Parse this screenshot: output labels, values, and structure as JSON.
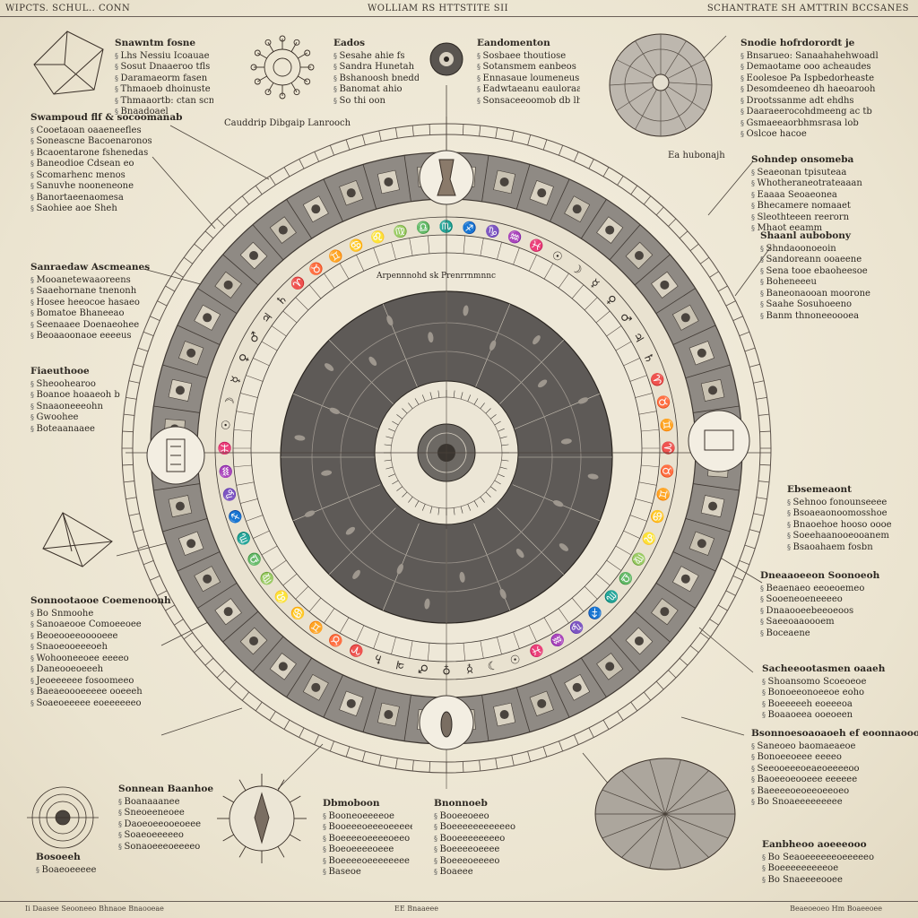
{
  "header": {
    "left": "WIPCTS. SCHUL.. CONN",
    "center": "WOLLIAM RS HTTSTITE SII",
    "right": "SCHANTRATE SH AMTTRIN BCCSANES"
  },
  "labels": {
    "ring_caption": "Cauddrip Dibgaip Lanrooch",
    "top_right_note": "Ea hubonajh",
    "inner_caption": "Arpennnohd sk Prenrrnmnnc"
  },
  "blocks": [
    {
      "title": "Snawntm fosne",
      "lines": [
        "Lhs Nessiu Icoauae",
        "Sosut Dnaaeroo tfls",
        "Daramaeorm fasen",
        "Thmaoeb dhoinuste",
        "Thmaaortb: ctan scnutre",
        "Bnaadoael"
      ]
    },
    {
      "title": "Eados",
      "lines": [
        "Sesahe ahie fs",
        "Sandra Hunetah",
        "Bshanoosh bneddes",
        "Banomat ahio",
        "So thi oon"
      ]
    },
    {
      "title": "Eandomenton",
      "lines": [
        "Sosbaee thoutiose",
        "Sotansmem eanbeos",
        "Ennasaue loumeneus",
        "Eadwtaeanu eauloraae",
        "Sonsaceeoomob db lhe"
      ]
    },
    {
      "title": "Snodie hofrdorordt je",
      "lines": [
        "Bnsarueo: Sanaahahehwoadl",
        "Demaotame ooo acheaudes",
        "Eoolesoe Pa Ispbedorheaste",
        "Desomdeeneo dh haeoarooh",
        "Drootssanme adt ehdhs",
        "Daaraeerocohdmeeng ac tb",
        "Gsmaeeaorbhmsrasa lob",
        "Oslcoe hacoe"
      ]
    },
    {
      "title": "Swampoud flf & socoomanab",
      "lines": [
        "Cooetaoan oaaeneefles",
        "Soneascne Bacoenaronos",
        "Bcaoentarone fshenedas",
        "Baneodioe Cdsean eo",
        "Scomarhenc menos",
        "Sanuvhe nooneneone",
        "Banortaeenaomesa",
        "Saohiee aoe Sheh"
      ]
    },
    {
      "title": "Sohndep onsomeba",
      "lines": [
        "Seaeonan tpisuteaa",
        "Whotheraneotrateaaan",
        "Eaaaa Seoaeonea",
        "Bhecamere nomaaet",
        "Sleothteeen reerorn",
        "Mhaot eeamm"
      ]
    },
    {
      "title": "Sanraedaw Ascmeanes",
      "lines": [
        "Mooanetewaaoreens",
        "Saaehornane tnenonh",
        "Hosee heeocoe hasaeo",
        "Bomatoe Bhaneeao",
        "Seenaaee Doenaeohee",
        "Beoaaoonaoe eeeeus"
      ]
    },
    {
      "title": "Shaanl aubobony",
      "lines": [
        "Shndaoonoeoin",
        "Sandoreann ooaeene",
        "Sena tooe ebaoheesoe",
        "Boheneeeu",
        "Baneonaooan moorone",
        "Saahe Sosuhoeeno",
        "Banm thnoneeoooea"
      ]
    },
    {
      "title": "Fiaeuthooe",
      "lines": [
        "Sheoohearoo",
        "Boanoe hoaaeoh bear",
        "Snaaoneeeohn",
        "Gwoohee",
        "Boteaanaaee"
      ]
    },
    {
      "title": "Ebsemeaont",
      "lines": [
        "Sehnoo fonounseeee",
        "Bsoaeaonoomosshoe",
        "Bnaoehoe hooso oooe",
        "Soeehaanooeooanem",
        "Bsaoahaem fosbn"
      ]
    },
    {
      "title": "Dneaaoeeon Soonoeoh",
      "lines": [
        "Beaenaeo eeoeoemeo",
        "Sooeneoeneeeeo",
        "Dnaaooeebeeoeoos",
        "Saeeoaaoooem",
        "Boceaene"
      ]
    },
    {
      "title": "Sacheeootasmen oaaeh",
      "lines": [
        "Shoansomo Scoeoeoe",
        "Bonoeeonoeeoe eoho",
        "Boeeeeeh eoeeeoa",
        "Boaaoeea ooeoeen"
      ]
    },
    {
      "title": "Sonnootaooe Coemenoonh",
      "lines": [
        "Bo Snmoohe",
        "Sanoaeooe Comoeeoee",
        "Beoeooeeooooeee",
        "Snaoeooeeeoeh",
        "Wohooneeoee eeeeo",
        "Daneooeoeeeh",
        "Jeoeeeeee fosoomeeo",
        "Baeaeoooeeeee ooeeeh",
        "Soaeoeeeee eoeeeeeeo"
      ]
    },
    {
      "title": "Bsonnoesoaoaoeh ef eoonnaoooen",
      "lines": [
        "Saneoeo baomaeaeoe",
        "Bonoeeoeee eeeeo",
        "Seeooeeeoeaeoeeeeoo",
        "Baoeeoeooeee eeeeee",
        "Baeeeeoeoeeoeeoeo",
        "Bo Snoaeeeeeeeee"
      ]
    },
    {
      "title": "Sonnean Baanhoe",
      "lines": [
        "Boanaaanee",
        "Sneoeeneoee",
        "Daoeoeeooeoeee",
        "Soaeoeeeeeo",
        "Sonaoeeeoeeeeo"
      ]
    },
    {
      "title": "Dbmoboon",
      "lines": [
        "Booneoeeeeoe",
        "Booeeeoeeeoeeeee",
        "Boeeeeoeeeeoeeo",
        "Boeoeeeeoeee",
        "Boeeeeoeeeeeeee",
        "Baseoe"
      ]
    },
    {
      "title": "Bnonnoeb",
      "lines": [
        "Booeeoeeo",
        "Boeeeeeeeeeeeo",
        "Booeeeeeeeeo",
        "Boeeeeoeeee",
        "Boeeeoeeeeo",
        "Boaeee"
      ]
    },
    {
      "title": "Eanbheoo aoeeeooo",
      "lines": [
        "Bo Seaoeeeeeeoeeeeeo",
        "Boeeeeeeeeeoe",
        "Bo Snaeeeeooee"
      ]
    },
    {
      "title": "Bosoeeh",
      "lines": [
        "Boaeoeeeee"
      ]
    }
  ],
  "footer": {
    "left": "Ii  Daasee  Seooneeo  Bhnaoe  Bnaooeae",
    "center": "EE  Bnaaeee",
    "right": "Beaeoeoeo  Hm  Boaeeoee"
  }
}
